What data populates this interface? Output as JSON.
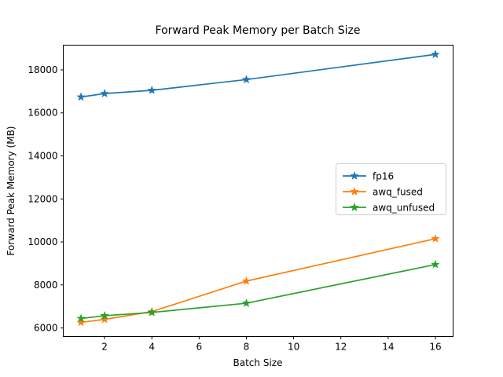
{
  "chart_data": {
    "type": "line",
    "title": "Forward Peak Memory per Batch Size",
    "xlabel": "Batch Size",
    "ylabel": "Forward Peak Memory (MB)",
    "x": [
      1,
      2,
      4,
      8,
      16
    ],
    "xlim": [
      0.25,
      16.75
    ],
    "ylim": [
      5600,
      19150
    ],
    "xticks": [
      2,
      4,
      6,
      8,
      10,
      12,
      14,
      16
    ],
    "xtick_labels": [
      "2",
      "4",
      "6",
      "8",
      "10",
      "12",
      "14",
      "16"
    ],
    "yticks": [
      6000,
      8000,
      10000,
      12000,
      14000,
      16000,
      18000
    ],
    "ytick_labels": [
      "6000",
      "8000",
      "10000",
      "12000",
      "14000",
      "16000",
      "18000"
    ],
    "grid": false,
    "legend_position": "center-right",
    "marker": "star",
    "series": [
      {
        "name": "fp16",
        "color": "#1f77b4",
        "values": [
          16740,
          16900,
          17050,
          17550,
          18720
        ]
      },
      {
        "name": "awq_fused",
        "color": "#ff7f0e",
        "values": [
          6260,
          6400,
          6760,
          8180,
          10150
        ]
      },
      {
        "name": "awq_unfused",
        "color": "#2ca02c",
        "values": [
          6440,
          6570,
          6720,
          7150,
          8950
        ]
      }
    ]
  },
  "figure": {
    "background": "#ffffff",
    "axes_color": "#000000"
  }
}
